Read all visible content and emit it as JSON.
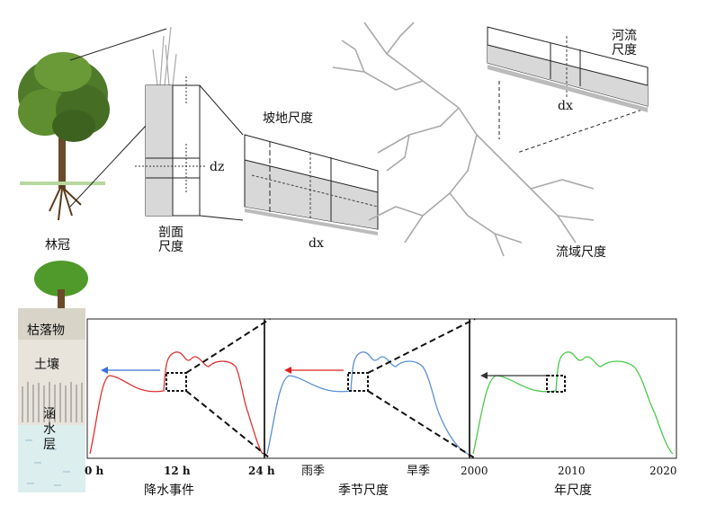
{
  "labels": {
    "canopy": "林冠",
    "profile_line1": "剖面",
    "profile_line2": "尺度",
    "dz": "dz",
    "slope_scale": "坡地尺度",
    "dx_slope": "dx",
    "river_line1": "河流",
    "river_line2": "尺度",
    "dx_river": "dx",
    "basin_scale": "流域尺度",
    "litter": "枯落物",
    "soil": "土壤",
    "aquifer_1": "涵",
    "aquifer_2": "水",
    "aquifer_3": "层"
  },
  "panels": {
    "event": {
      "title": "降水事件",
      "ticks": [
        "0 h",
        "12 h",
        "24 h"
      ],
      "color": "#e03030",
      "arrow_color": "#3a6fd8"
    },
    "season": {
      "title": "季节尺度",
      "ticks": [
        "雨季",
        "旱季"
      ],
      "color": "#5b8fd6",
      "arrow_color": "#e02020"
    },
    "year": {
      "title": "年尺度",
      "ticks": [
        "2000",
        "2010",
        "2020"
      ],
      "color": "#4cc84c",
      "arrow_color": "#333333"
    }
  }
}
